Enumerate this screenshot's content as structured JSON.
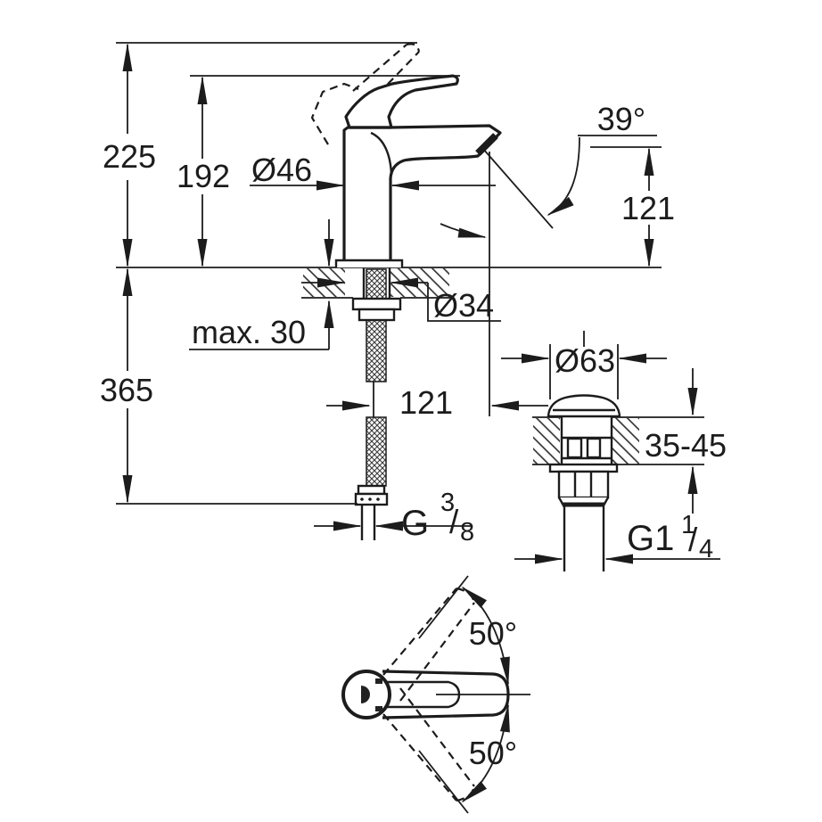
{
  "colors": {
    "line": "#1c1c1c",
    "background": "#ffffff"
  },
  "dimensions": {
    "overall_height": "225",
    "spout_tip_height": "192",
    "body_diameter": "Ø46",
    "stream_angle": "39°",
    "spout_height": "121",
    "hole_diameter": "Ø34",
    "max_deck_thickness": "max. 30",
    "hose_length_below": "365",
    "hose_horizontal_offset": "121",
    "drain_flange_diameter": "Ø63",
    "drain_deck_thickness": "35-45",
    "handle_rotation_up": "50°",
    "handle_rotation_down": "50°"
  },
  "threads": {
    "supply": {
      "prefix": "G",
      "numerator": "3",
      "slash": "/",
      "denominator": "8"
    },
    "drain": {
      "prefix": "G1",
      "numerator": "1",
      "slash": "/",
      "denominator": "4"
    }
  }
}
